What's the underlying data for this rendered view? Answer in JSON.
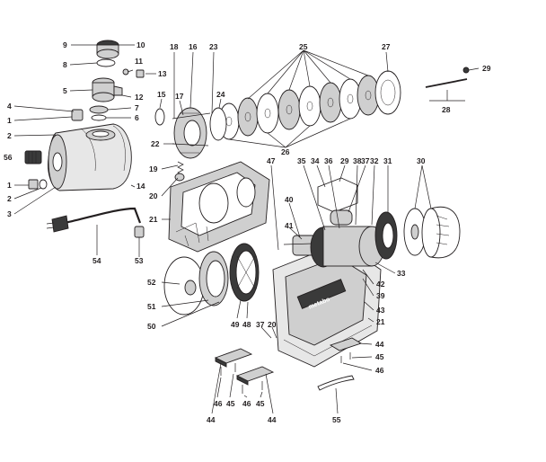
{
  "diagram": {
    "title": "",
    "callouts": [
      {
        "id": "c9",
        "text": "9"
      },
      {
        "id": "c10",
        "text": "10"
      },
      {
        "id": "c8",
        "text": "8"
      },
      {
        "id": "c11",
        "text": "11"
      },
      {
        "id": "c13",
        "text": "13"
      },
      {
        "id": "c5",
        "text": "5"
      },
      {
        "id": "c12",
        "text": "12"
      },
      {
        "id": "c7",
        "text": "7"
      },
      {
        "id": "c4",
        "text": "4"
      },
      {
        "id": "c6",
        "text": "6"
      },
      {
        "id": "c1a",
        "text": "1"
      },
      {
        "id": "c2a",
        "text": "2"
      },
      {
        "id": "c56",
        "text": "56"
      },
      {
        "id": "c1b",
        "text": "1"
      },
      {
        "id": "c2b",
        "text": "2"
      },
      {
        "id": "c3",
        "text": "3"
      },
      {
        "id": "c14",
        "text": "14"
      },
      {
        "id": "c54",
        "text": "54"
      },
      {
        "id": "c53",
        "text": "53"
      },
      {
        "id": "c18",
        "text": "18"
      },
      {
        "id": "c16",
        "text": "16"
      },
      {
        "id": "c23",
        "text": "23"
      },
      {
        "id": "c17",
        "text": "17"
      },
      {
        "id": "c15",
        "text": "15"
      },
      {
        "id": "c24",
        "text": "24"
      },
      {
        "id": "c22",
        "text": "22"
      },
      {
        "id": "c19",
        "text": "19"
      },
      {
        "id": "c20a",
        "text": "20"
      },
      {
        "id": "c21a",
        "text": "21"
      },
      {
        "id": "c25",
        "text": "25"
      },
      {
        "id": "c27",
        "text": "27"
      },
      {
        "id": "c26",
        "text": "26"
      },
      {
        "id": "c29a",
        "text": "29"
      },
      {
        "id": "c28",
        "text": "28"
      },
      {
        "id": "c47",
        "text": "47"
      },
      {
        "id": "c35",
        "text": "35"
      },
      {
        "id": "c34",
        "text": "34"
      },
      {
        "id": "c36",
        "text": "36"
      },
      {
        "id": "c29b",
        "text": "29"
      },
      {
        "id": "c38",
        "text": "38"
      },
      {
        "id": "c37a",
        "text": "37"
      },
      {
        "id": "c32",
        "text": "32"
      },
      {
        "id": "c31",
        "text": "31"
      },
      {
        "id": "c30",
        "text": "30"
      },
      {
        "id": "c40",
        "text": "40"
      },
      {
        "id": "c41",
        "text": "41"
      },
      {
        "id": "c33",
        "text": "33"
      },
      {
        "id": "c42",
        "text": "42"
      },
      {
        "id": "c39",
        "text": "39"
      },
      {
        "id": "c43",
        "text": "43"
      },
      {
        "id": "c21b",
        "text": "21"
      },
      {
        "id": "c52",
        "text": "52"
      },
      {
        "id": "c51",
        "text": "51"
      },
      {
        "id": "c50",
        "text": "50"
      },
      {
        "id": "c49",
        "text": "49"
      },
      {
        "id": "c48",
        "text": "48"
      },
      {
        "id": "c37b",
        "text": "37"
      },
      {
        "id": "c20b",
        "text": "20"
      },
      {
        "id": "c44a",
        "text": "44"
      },
      {
        "id": "c45a",
        "text": "45"
      },
      {
        "id": "c46a",
        "text": "46"
      },
      {
        "id": "c46b",
        "text": "46"
      },
      {
        "id": "c45b",
        "text": "45"
      },
      {
        "id": "c46c",
        "text": "46"
      },
      {
        "id": "c45c",
        "text": "45"
      },
      {
        "id": "c44b",
        "text": "44"
      },
      {
        "id": "c44c",
        "text": "44"
      },
      {
        "id": "c55",
        "text": "55"
      }
    ],
    "brand_mark": "metabo"
  }
}
